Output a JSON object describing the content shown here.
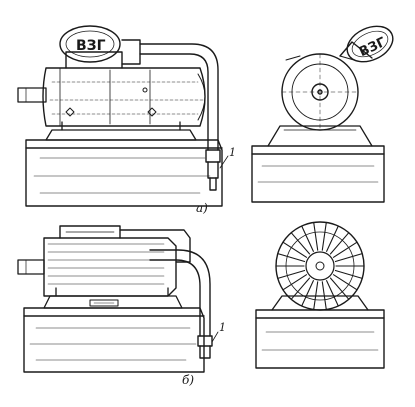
{
  "figure": {
    "panel_a_label": "а)",
    "panel_b_label": "б)",
    "callout_a": "1",
    "callout_b": "1",
    "motor_a_side_plate": "ВЗГ",
    "motor_a_front_plate": "ВЗГ"
  },
  "colors": {
    "ink": "#1a1a1a",
    "paper": "#ffffff"
  }
}
